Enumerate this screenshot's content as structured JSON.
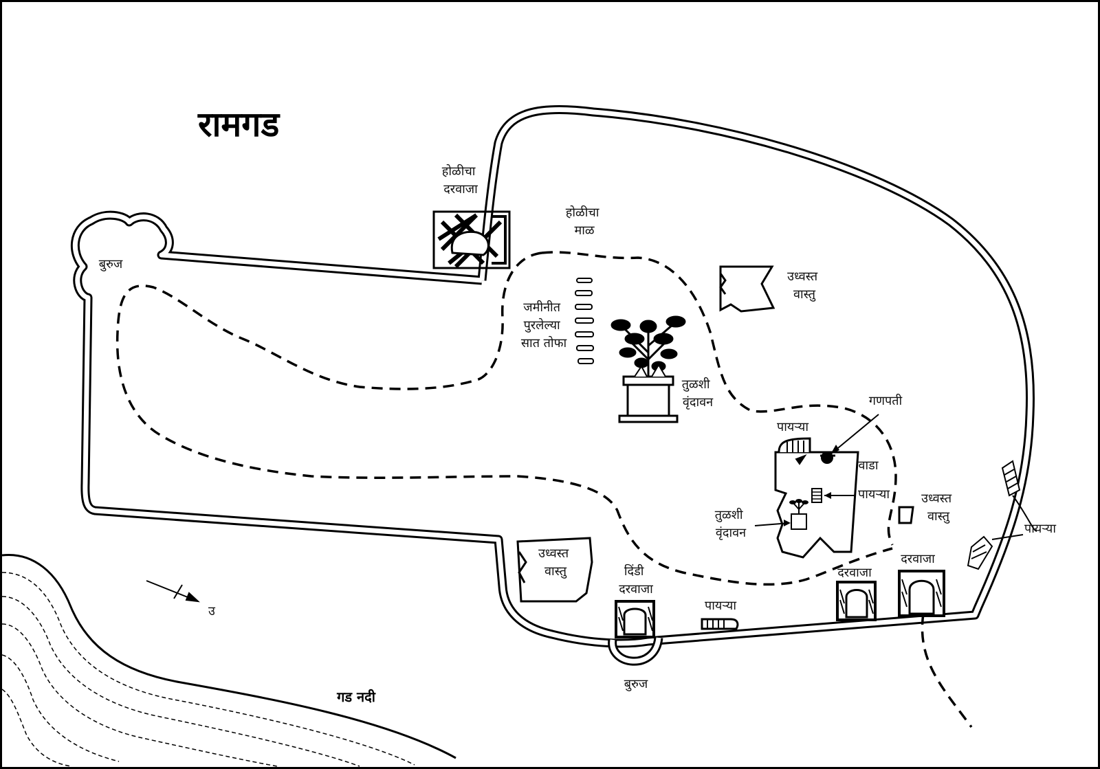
{
  "title": "रामगड",
  "colors": {
    "ink": "#000000",
    "paper": "#ffffff"
  },
  "labels": {
    "holi_gate": [
      "होळीचा",
      "दरवाजा"
    ],
    "holi_plateau": [
      "होळीचा",
      "माळ"
    ],
    "bastion_west": "बुरुज",
    "bastion_south": "बुरुज",
    "buried_cannons": [
      "जमीनीत",
      "पुरलेल्या",
      "सात तोफा"
    ],
    "ruins_ne": [
      "उध्वस्त",
      "वास्तु"
    ],
    "ruins_e": [
      "उध्वस्त",
      "वास्तु"
    ],
    "ruins_sw": [
      "उध्वस्त",
      "वास्तु"
    ],
    "tulsi_main": [
      "तुळशी",
      "वृंदावन"
    ],
    "tulsi_small": [
      "तुळशी",
      "वृंदावन"
    ],
    "ganpati": "गणपती",
    "wada": "वाडा",
    "steps_wada_top": "पायऱ्या",
    "steps_wada_inner": "पायऱ्या",
    "steps_east_wall": "पायऱ्या",
    "steps_south": "पायऱ्या",
    "dindi_gate": [
      "दिंडी",
      "दरवाजा"
    ],
    "gate_middle": "दरवाजा",
    "gate_east": "दरवाजा",
    "north_marker": "उ",
    "river": "गड नदी"
  },
  "icons": [
    "north-arrow-icon",
    "tulsi-plant-icon",
    "cannon-icon",
    "gate-arch-icon",
    "steps-icon",
    "ganpati-idol-icon",
    "ruins-icon"
  ]
}
